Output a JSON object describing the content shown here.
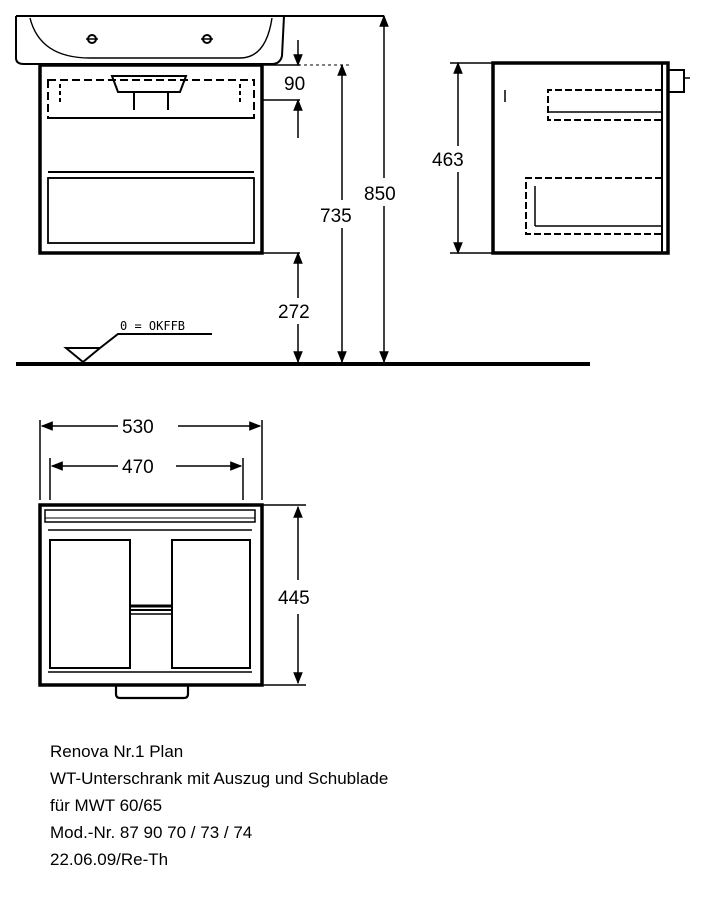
{
  "dimensions": {
    "front_drawer_offset": "90",
    "front_height_to_top": "735",
    "total_height": "850",
    "floor_to_cabinet": "272",
    "side_height": "463",
    "top_outer_width": "530",
    "top_inner_width": "470",
    "top_depth": "445"
  },
  "floor_reference": "0 = OKFFB",
  "caption": {
    "line1": "Renova Nr.1 Plan",
    "line2": "WT-Unterschrank mit Auszug und Schublade",
    "line3": "für MWT 60/65",
    "line4": "Mod.-Nr. 87 90 70 / 73 / 74",
    "line5": "22.06.09/Re-Th"
  },
  "colors": {
    "line": "#000000",
    "background": "#ffffff"
  }
}
